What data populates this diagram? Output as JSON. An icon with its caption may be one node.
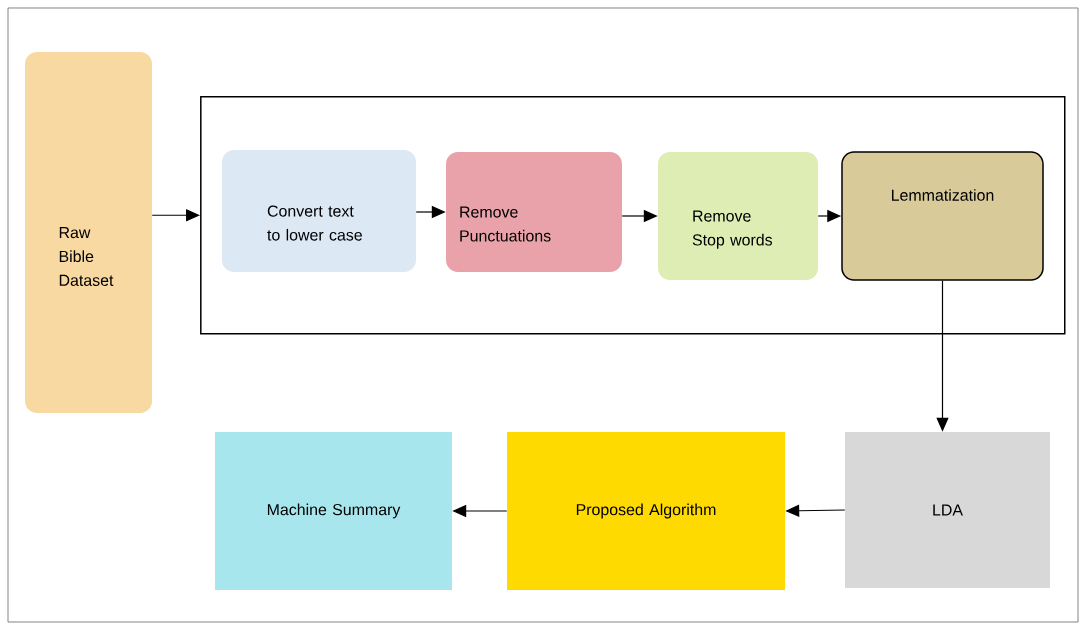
{
  "diagram": {
    "nodes": [
      {
        "text": [
          "Raw Bible Dataset"
        ]
      },
      {
        "text": [],
        "shape": "box"
      },
      {
        "text": [
          "Convert text to lower case"
        ],
        "in": 1
      },
      {
        "text": [
          "Remove Punctuations"
        ],
        "in": 1
      },
      {
        "text": [
          "Remove Stop words"
        ],
        "in": 1
      },
      {
        "text": [
          "Lemmatization"
        ],
        "in": 1
      },
      {
        "text": [
          "Machine Summary"
        ]
      },
      {
        "text": [
          "Proposed Algorithm"
        ]
      },
      {
        "text": [
          "LDA"
        ]
      }
    ],
    "edges": [
      {
        "from": 0,
        "to": 1,
        "arrow": "to"
      },
      {
        "from": 2,
        "to": 3,
        "arrow": "to"
      },
      {
        "from": 3,
        "to": 4,
        "arrow": "to"
      },
      {
        "from": 4,
        "to": 5,
        "arrow": "to"
      },
      {
        "from": 5,
        "to": 8,
        "arrow": "to"
      },
      {
        "from": 8,
        "to": 7,
        "arrow": "to"
      },
      {
        "from": 7,
        "to": 6,
        "arrow": "to"
      }
    ]
  }
}
